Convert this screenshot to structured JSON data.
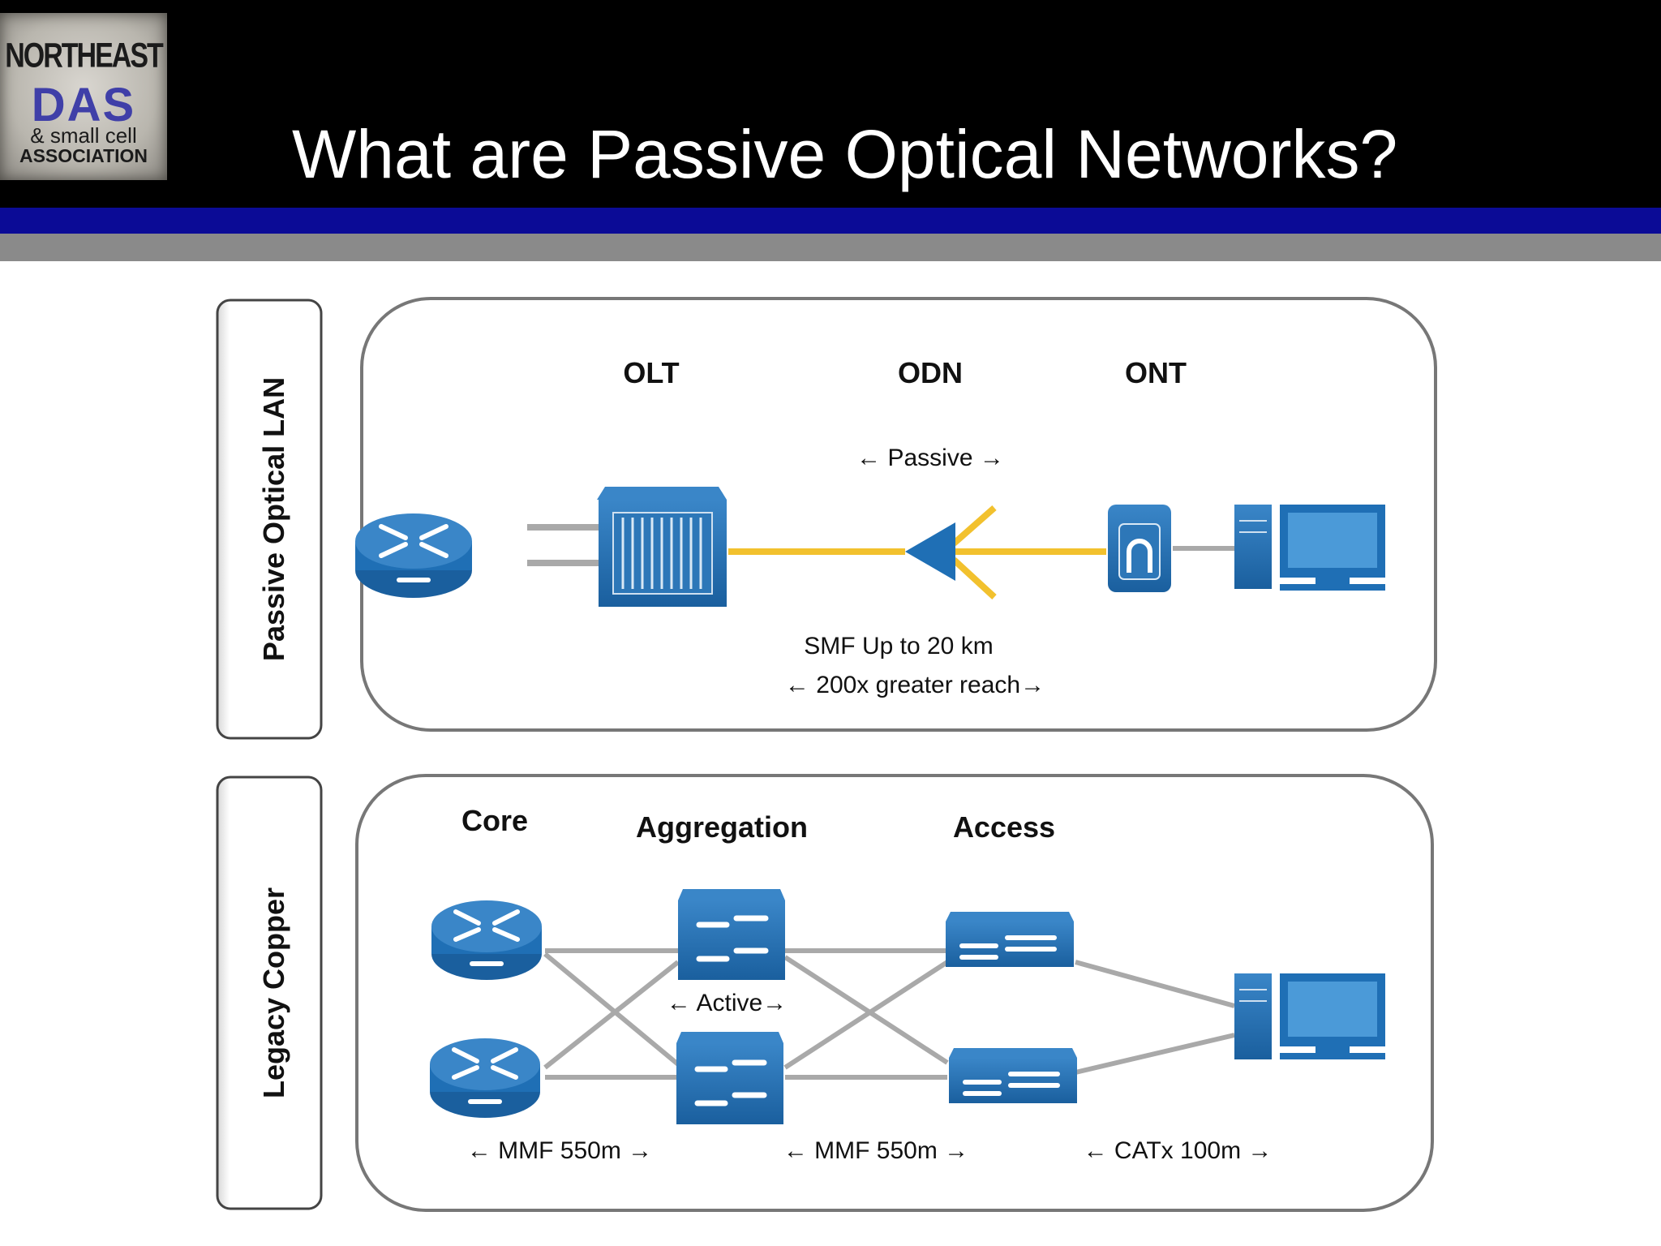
{
  "header": {
    "logo": {
      "line1": "NORTHEAST",
      "line2": "DAS",
      "line3": "& small cell",
      "line4": "ASSOCIATION"
    },
    "title": "What are Passive Optical Networks?"
  },
  "pon_panel": {
    "side_label": "Passive Optical LAN",
    "columns": {
      "olt": "OLT",
      "odn": "ODN",
      "ont": "ONT"
    },
    "passive_note": "← Passive →",
    "smf_note": "SMF Up to 20 km",
    "reach_note": "← 200x greater reach→"
  },
  "copper_panel": {
    "side_label": "Legacy Copper",
    "columns": {
      "core": "Core",
      "aggregation": "Aggregation",
      "access": "Access"
    },
    "active_note": "← Active→",
    "spans": [
      "← MMF 550m →",
      "← MMF 550m →",
      "← CATx 100m →"
    ]
  },
  "colors": {
    "device_blue": "#1f6fb5",
    "fiber_yellow": "#f2c12e",
    "link_gray": "#a9a9a9",
    "accent_bar": "#0b0b96"
  },
  "icons": [
    "router-icon",
    "olt-chassis-icon",
    "splitter-icon",
    "ont-icon",
    "workstation-icon",
    "switch-icon"
  ]
}
